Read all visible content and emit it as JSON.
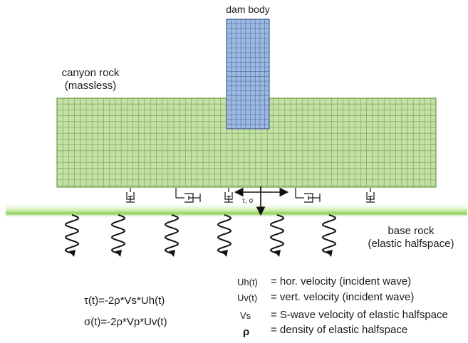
{
  "labels": {
    "dam_body": "dam body",
    "canyon_rock_line1": "canyon rock",
    "canyon_rock_line2": "(massless)",
    "base_rock_line1": "base rock",
    "base_rock_line2": "(elastic halfspace)",
    "stress_symbol": "τ, σ"
  },
  "equations": {
    "tau": "τ(t)=-2ρ*Vs*Uh(t)",
    "sigma": "σ(t)=-2ρ*Vp*Uv(t)"
  },
  "legend": [
    {
      "symbol": "Uh(t)",
      "text": "= hor. velocity (incident wave)"
    },
    {
      "symbol": "Uv(t)",
      "text": "= vert. velocity (incident wave)"
    },
    {
      "symbol": "Vs",
      "text": "= S-wave velocity of elastic halfspace"
    },
    {
      "symbol": "ρ",
      "text": "= density of elastic halfspace"
    }
  ],
  "colors": {
    "canyon_mesh_fill": "#c5e0a5",
    "canyon_mesh_line": "#4e8a2e",
    "dam_fill": "#9db9e1",
    "dam_line": "#2a4a78",
    "ground_line": "#8cd05a",
    "ground_glow": "#d9f0c4",
    "wave": "#111111",
    "damper": "#111111"
  }
}
